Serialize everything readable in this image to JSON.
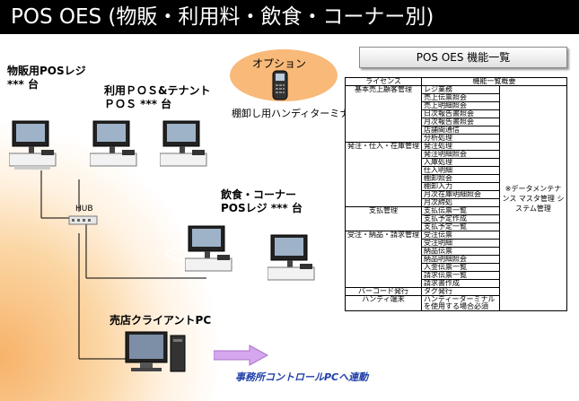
{
  "title": "POS OES (物販・利用料・飲食・コーナー別)",
  "diagram": {
    "retail_pos_label": "物販用POSレジ\n*** 台",
    "rental_pos_label": "利用ＰＯＳ&テナント\nＰＯＳ *** 台",
    "option_label": "オプション",
    "handy_label": "棚卸し用ハンディターミナル",
    "hub_label": "HUB",
    "food_pos_label": "飲食・コーナー\nPOSレジ *** 台",
    "client_pc_label": "売店クライアントPC",
    "link_label": "事務所コントロールPCへ連動"
  },
  "function_table": {
    "title": "POS OES 機能一覧",
    "header_license": "ライセンス",
    "header_function": "機能一覧概要",
    "note": "※データメンテナンス\nマスタ管理\nシステム管理",
    "groups": [
      {
        "license": "基本売上顧客管理",
        "items": [
          "レジ業務",
          "売上伝票照会",
          "売上明細照会",
          "日次報告書照会",
          "月次報告書照会",
          "店舗間通信",
          "分析処理"
        ]
      },
      {
        "license": "発注・仕入・在庫管理",
        "items": [
          "発注処理",
          "発注明細照会",
          "入庫処理",
          "仕入明細",
          "棚卸照会",
          "棚卸入力",
          "月次在庫明細照会",
          "月次締処"
        ]
      },
      {
        "license": "支払管理",
        "items": [
          "支払伝票一覧",
          "支払予定作成",
          "支払予定一覧"
        ]
      },
      {
        "license": "受注・納品・請求管理",
        "items": [
          "受注伝票",
          "受注明細",
          "納品伝票",
          "納品明細照会",
          "入金伝票一覧",
          "請求伝票一覧",
          "請求書作成"
        ]
      },
      {
        "license": "バーコード発行",
        "items": [
          "タグ発行"
        ]
      },
      {
        "license": "ハンディ端末",
        "items": [
          "ハンディーターミナルを使用する場合必須"
        ]
      }
    ]
  }
}
